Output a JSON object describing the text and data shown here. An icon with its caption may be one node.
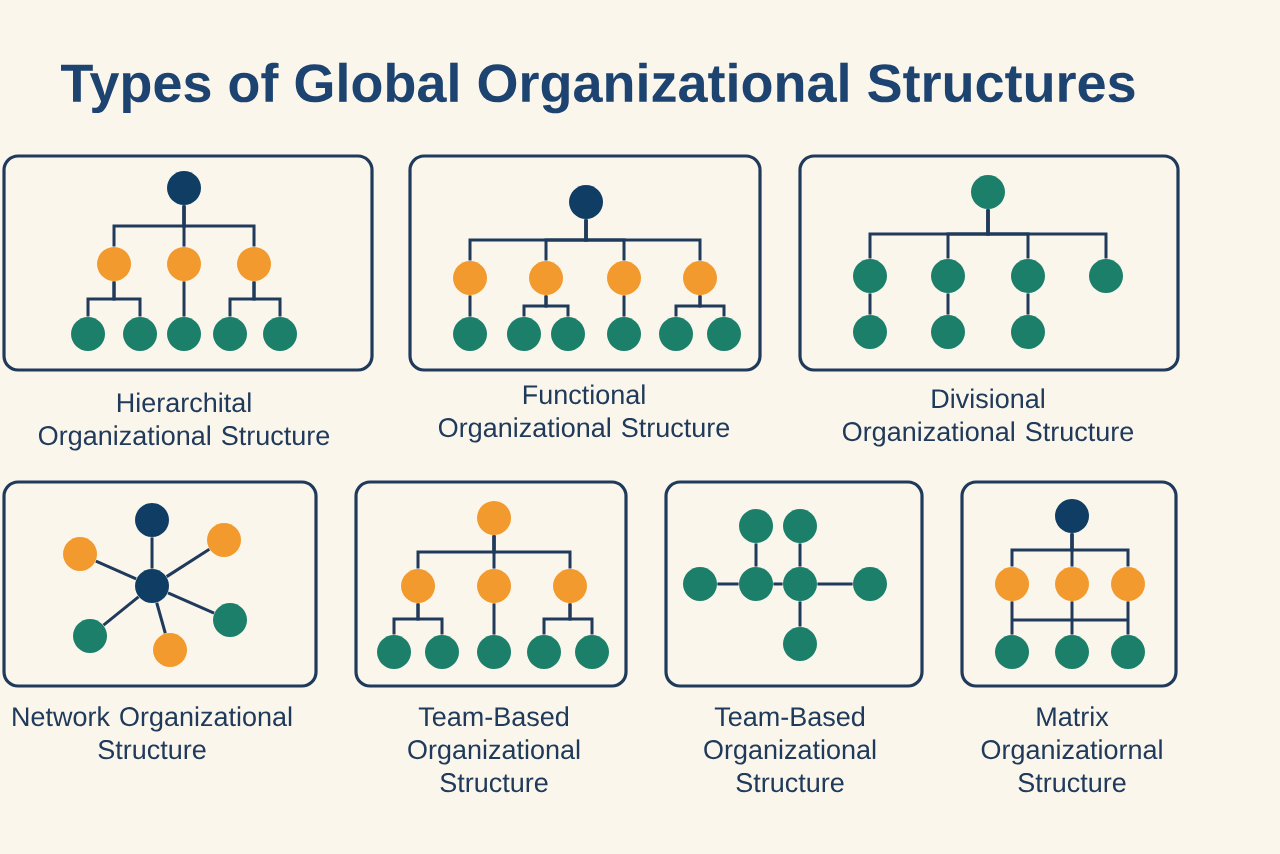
{
  "diagram": {
    "title": "Types of Global Organizational Structures",
    "nodes": [
      {
        "text": [
          "Hierarchital Organizational Structure"
        ]
      },
      {
        "text": [],
        "shape": "circle",
        "in": 0
      },
      {
        "text": [],
        "shape": "circle",
        "in": 0
      },
      {
        "text": [],
        "shape": "circle",
        "in": 0
      },
      {
        "text": [],
        "shape": "circle",
        "in": 0
      },
      {
        "text": [],
        "shape": "circle",
        "in": 0
      },
      {
        "text": [],
        "shape": "circle",
        "in": 0
      },
      {
        "text": [],
        "shape": "circle",
        "in": 0
      },
      {
        "text": [],
        "shape": "circle",
        "in": 0
      },
      {
        "text": [],
        "shape": "circle",
        "in": 0
      },
      {
        "text": [
          "Functional Organizational Structure"
        ]
      },
      {
        "text": [],
        "shape": "circle",
        "in": 10
      },
      {
        "text": [],
        "shape": "circle",
        "in": 10
      },
      {
        "text": [],
        "shape": "circle",
        "in": 10
      },
      {
        "text": [],
        "shape": "circle",
        "in": 10
      },
      {
        "text": [],
        "shape": "circle",
        "in": 10
      },
      {
        "text": [],
        "shape": "circle",
        "in": 10
      },
      {
        "text": [],
        "shape": "circle",
        "in": 10
      },
      {
        "text": [],
        "shape": "circle",
        "in": 10
      },
      {
        "text": [],
        "shape": "circle",
        "in": 10
      },
      {
        "text": [],
        "shape": "circle",
        "in": 10
      },
      {
        "text": [],
        "shape": "circle",
        "in": 10
      },
      {
        "text": [
          "Divisional Organizational Structure"
        ]
      },
      {
        "text": [],
        "shape": "circle",
        "in": 22
      },
      {
        "text": [],
        "shape": "circle",
        "in": 22
      },
      {
        "text": [],
        "shape": "circle",
        "in": 22
      },
      {
        "text": [],
        "shape": "circle",
        "in": 22
      },
      {
        "text": [],
        "shape": "circle",
        "in": 22
      },
      {
        "text": [],
        "shape": "circle",
        "in": 22
      },
      {
        "text": [],
        "shape": "circle",
        "in": 22
      },
      {
        "text": [],
        "shape": "circle",
        "in": 22
      },
      {
        "text": [
          "Network Organizational Structure"
        ]
      },
      {
        "text": [],
        "shape": "circle",
        "in": 31
      },
      {
        "text": [],
        "shape": "circle",
        "in": 31
      },
      {
        "text": [],
        "shape": "circle",
        "in": 31
      },
      {
        "text": [],
        "shape": "circle",
        "in": 31
      },
      {
        "text": [],
        "shape": "circle",
        "in": 31
      },
      {
        "text": [],
        "shape": "circle",
        "in": 31
      },
      {
        "text": [],
        "shape": "circle",
        "in": 31
      },
      {
        "text": [
          "Team-Based Organizational Structure"
        ]
      },
      {
        "text": [],
        "shape": "circle",
        "in": 39
      },
      {
        "text": [],
        "shape": "circle",
        "in": 39
      },
      {
        "text": [],
        "shape": "circle",
        "in": 39
      },
      {
        "text": [],
        "shape": "circle",
        "in": 39
      },
      {
        "text": [],
        "shape": "circle",
        "in": 39
      },
      {
        "text": [],
        "shape": "circle",
        "in": 39
      },
      {
        "text": [],
        "shape": "circle",
        "in": 39
      },
      {
        "text": [],
        "shape": "circle",
        "in": 39
      },
      {
        "text": [],
        "shape": "circle",
        "in": 39
      },
      {
        "text": [
          "Team-Based Organizational Structure"
        ]
      },
      {
        "text": [],
        "shape": "circle",
        "in": 49
      },
      {
        "text": [],
        "shape": "circle",
        "in": 49
      },
      {
        "text": [],
        "shape": "circle",
        "in": 49
      },
      {
        "text": [],
        "shape": "circle",
        "in": 49
      },
      {
        "text": [],
        "shape": "circle",
        "in": 49
      },
      {
        "text": [],
        "shape": "circle",
        "in": 49
      },
      {
        "text": [],
        "shape": "circle",
        "in": 49
      },
      {
        "text": [
          "Matrix Organizatiornal Structure"
        ]
      },
      {
        "text": [],
        "shape": "circle",
        "in": 57
      },
      {
        "text": [],
        "shape": "circle",
        "in": 57
      },
      {
        "text": [],
        "shape": "circle",
        "in": 57
      },
      {
        "text": [],
        "shape": "circle",
        "in": 57
      },
      {
        "text": [],
        "shape": "circle",
        "in": 57
      },
      {
        "text": [],
        "shape": "circle",
        "in": 57
      },
      {
        "text": [],
        "shape": "circle",
        "in": 57
      }
    ],
    "edges": [
      {
        "from": 1,
        "to": 2,
        "arrow": "none"
      },
      {
        "from": 1,
        "to": 3,
        "arrow": "none"
      },
      {
        "from": 1,
        "to": 4,
        "arrow": "none"
      },
      {
        "from": 2,
        "to": 5,
        "arrow": "none"
      },
      {
        "from": 2,
        "to": 6,
        "arrow": "none"
      },
      {
        "from": 3,
        "to": 7,
        "arrow": "none"
      },
      {
        "from": 4,
        "to": 8,
        "arrow": "none"
      },
      {
        "from": 4,
        "to": 9,
        "arrow": "none"
      },
      {
        "from": 11,
        "to": 12,
        "arrow": "none"
      },
      {
        "from": 11,
        "to": 13,
        "arrow": "none"
      },
      {
        "from": 11,
        "to": 14,
        "arrow": "none"
      },
      {
        "from": 11,
        "to": 15,
        "arrow": "none"
      },
      {
        "from": 12,
        "to": 16,
        "arrow": "none"
      },
      {
        "from": 13,
        "to": 17,
        "arrow": "none"
      },
      {
        "from": 13,
        "to": 18,
        "arrow": "none"
      },
      {
        "from": 14,
        "to": 19,
        "arrow": "none"
      },
      {
        "from": 15,
        "to": 20,
        "arrow": "none"
      },
      {
        "from": 15,
        "to": 21,
        "arrow": "none"
      },
      {
        "from": 23,
        "to": 24,
        "arrow": "none"
      },
      {
        "from": 23,
        "to": 25,
        "arrow": "none"
      },
      {
        "from": 23,
        "to": 26,
        "arrow": "none"
      },
      {
        "from": 23,
        "to": 27,
        "arrow": "none"
      },
      {
        "from": 24,
        "to": 28,
        "arrow": "none"
      },
      {
        "from": 25,
        "to": 29,
        "arrow": "none"
      },
      {
        "from": 26,
        "to": 30,
        "arrow": "none"
      },
      {
        "from": 35,
        "to": 32,
        "arrow": "none"
      },
      {
        "from": 35,
        "to": 33,
        "arrow": "none"
      },
      {
        "from": 35,
        "to": 34,
        "arrow": "none"
      },
      {
        "from": 35,
        "to": 36,
        "arrow": "none"
      },
      {
        "from": 35,
        "to": 37,
        "arrow": "none"
      },
      {
        "from": 35,
        "to": 38,
        "arrow": "none"
      },
      {
        "from": 40,
        "to": 41,
        "arrow": "none"
      },
      {
        "from": 40,
        "to": 42,
        "arrow": "none"
      },
      {
        "from": 40,
        "to": 43,
        "arrow": "none"
      },
      {
        "from": 41,
        "to": 44,
        "arrow": "none"
      },
      {
        "from": 41,
        "to": 45,
        "arrow": "none"
      },
      {
        "from": 42,
        "to": 46,
        "arrow": "none"
      },
      {
        "from": 43,
        "to": 47,
        "arrow": "none"
      },
      {
        "from": 43,
        "to": 48,
        "arrow": "none"
      },
      {
        "from": 52,
        "to": 53,
        "arrow": "none"
      },
      {
        "from": 53,
        "to": 54,
        "arrow": "none"
      },
      {
        "from": 54,
        "to": 55,
        "arrow": "none"
      },
      {
        "from": 53,
        "to": 50,
        "arrow": "none"
      },
      {
        "from": 54,
        "to": 51,
        "arrow": "none"
      },
      {
        "from": 54,
        "to": 56,
        "arrow": "none"
      },
      {
        "from": 58,
        "to": 59,
        "arrow": "none"
      },
      {
        "from": 58,
        "to": 60,
        "arrow": "none"
      },
      {
        "from": 58,
        "to": 61,
        "arrow": "none"
      },
      {
        "from": 59,
        "to": 62,
        "arrow": "none"
      },
      {
        "from": 60,
        "to": 63,
        "arrow": "none"
      },
      {
        "from": 61,
        "to": 64,
        "arrow": "none"
      }
    ]
  }
}
